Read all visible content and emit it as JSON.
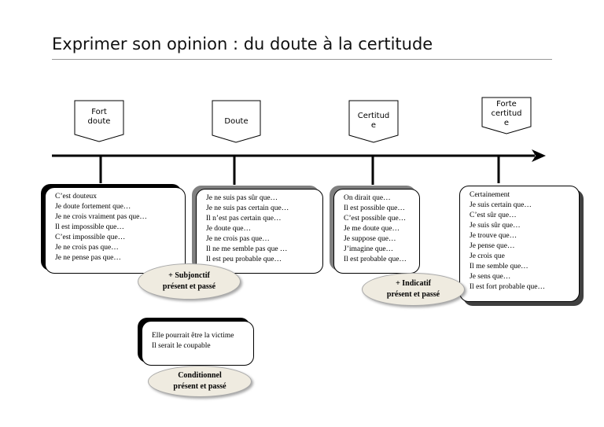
{
  "title": "Exprimer son opinion : du doute à la certitude",
  "markers": [
    {
      "lines": [
        "Fort",
        "doute"
      ]
    },
    {
      "lines": [
        "Doute"
      ]
    },
    {
      "lines": [
        "Certitud",
        "e"
      ]
    },
    {
      "lines": [
        "Forte",
        "certitud",
        "e"
      ]
    }
  ],
  "boxes": [
    {
      "items": [
        "C’est douteux",
        "Je doute fortement que…",
        "Je ne crois vraiment pas que…",
        "Il est impossible que…",
        "C’est impossible que…",
        "Je ne crois pas que…",
        "Je ne pense pas que…"
      ]
    },
    {
      "items": [
        "Je ne suis pas sûr que…",
        "Je ne suis pas certain que…",
        "Il n’est pas certain que…",
        "Je doute que…",
        "Je ne crois pas que…",
        "Il ne me semble pas que …",
        "Il est peu probable que…"
      ]
    },
    {
      "items": [
        "On dirait que…",
        "Il est possible que…",
        "C’est possible que…",
        "Je me doute que…",
        "Je suppose que…",
        "J’imagine que…",
        "Il est probable que…"
      ]
    },
    {
      "items": [
        "Certainement",
        "Je suis certain que…",
        "C’est sûr que…",
        "Je suis sûr que…",
        "Je trouve que…",
        "Je pense que…",
        "Je crois que",
        "Il me semble que…",
        "Je sens que…",
        "Il est fort probable que…"
      ]
    },
    {
      "items": [
        "Elle pourrait être la victime",
        "Il serait le coupable"
      ]
    }
  ],
  "moods": [
    {
      "line1": "+ Subjonctif",
      "line2": "présent et passé"
    },
    {
      "line1": "+ Indicatif",
      "line2": "présent et passé"
    },
    {
      "line1": "Conditionnel",
      "line2": "présent et passé"
    }
  ]
}
